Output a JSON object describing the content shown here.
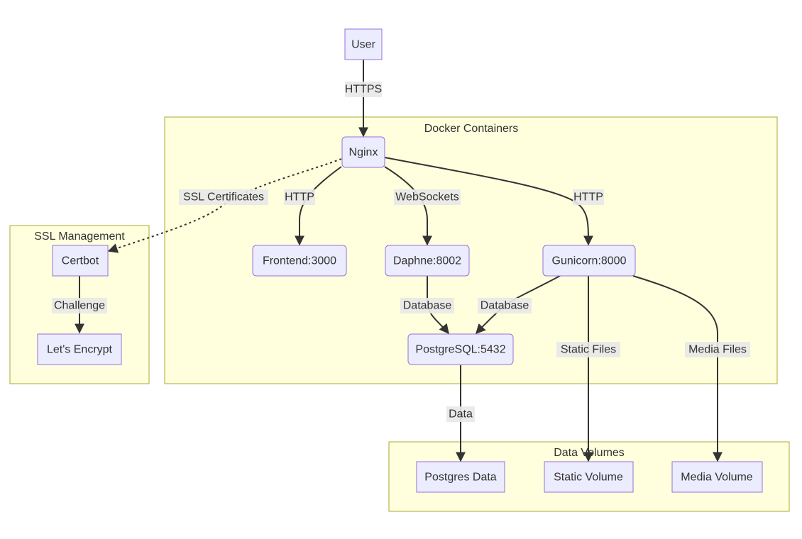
{
  "clusters": {
    "docker": "Docker Containers",
    "ssl": "SSL Management",
    "volumes": "Data Volumes"
  },
  "nodes": {
    "user": "User",
    "nginx": "Nginx",
    "frontend": "Frontend:3000",
    "daphne": "Daphne:8002",
    "gunicorn": "Gunicorn:8000",
    "postgres": "PostgreSQL:5432",
    "certbot": "Certbot",
    "letsencrypt": "Let's Encrypt",
    "pgdata": "Postgres Data",
    "static_volume": "Static Volume",
    "media_volume": "Media Volume"
  },
  "edges": {
    "user_nginx": "HTTPS",
    "nginx_certbot": "SSL Certificates",
    "nginx_frontend": "HTTP",
    "nginx_daphne": "WebSockets",
    "nginx_gunicorn": "HTTP",
    "certbot_letsencrypt": "Challenge",
    "daphne_postgres": "Database",
    "gunicorn_postgres": "Database",
    "gunicorn_static": "Static Files",
    "gunicorn_media": "Media Files",
    "postgres_pgdata": "Data"
  }
}
